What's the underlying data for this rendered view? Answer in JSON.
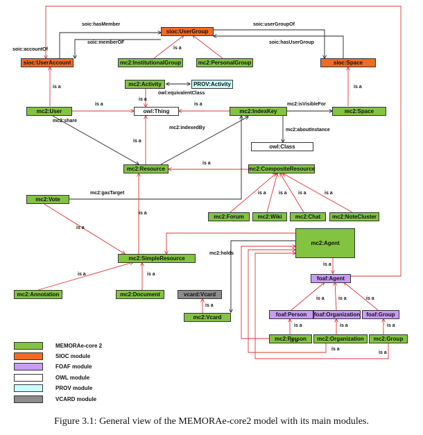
{
  "nodes": {
    "sioc_usergroup": "sioc:UserGroup",
    "sioc_useraccount": "sioc:UserAccount",
    "sioc_space": "sioc:Space",
    "mc2_institutionalgroup": "mc2:InstitutionalGroup",
    "mc2_personalgroup": "mc2:PersonalGroup",
    "mc2_activity": "mc2:Activity",
    "prov_activity": "PROV:Activity",
    "mc2_user": "mc2:User",
    "owl_thing": "owl:Thing",
    "mc2_indexkey": "mc2:IndexKey",
    "mc2_space": "mc2:Space",
    "owl_class": "owl:Class",
    "mc2_resource": "mc2:Resource",
    "mc2_compositeresource": "mc2:CompositeResource",
    "mc2_vote": "mc2:Vote",
    "mc2_forum": "mc2:Forum",
    "mc2_wiki": "mc2:Wiki",
    "mc2_chat": "mc2:Chat",
    "mc2_notecluster": "mc2:NoteCluster",
    "mc2_agent": "mc2:Agent",
    "mc2_simpleresource": "mc2:SimpleResource",
    "foaf_agent": "foaf:Agent",
    "mc2_annotation": "mc2:Annotation",
    "mc2_document": "mc2:Document",
    "vcard_vcard": "vcard:Vcard",
    "mc2_vcard": "mc2:Vcard",
    "foaf_person": "foaf:Person",
    "foaf_organization": "foaf:Organization",
    "foaf_group": "foaf:Group",
    "mc2_person": "mc2:Person",
    "mc2_organization": "mc2:Organization",
    "mc2_group": "mc2:Group"
  },
  "labels": {
    "soic_hasmember": "soic:hasMember",
    "soic_usergroupof": "soic:userGroupOf",
    "soic_accountof": "soic:accountOf",
    "soic_memberof": "soic:memberOF",
    "soic_hasusergroup": "soic:hasUserGroup",
    "isa": "is a",
    "owl_equivalentclass": "owl:equivalentClass",
    "mc2_isvisiblefor": "mc2:isVisibleFor",
    "mc2_share": "mc2:share",
    "mc2_indexedby": "mc2:indexedBy",
    "mc2_aboutinstance": "mc2:aboutInstance",
    "mc2_gastarget": "mc2:gasTarget",
    "mc2_holds": "mc2:holds"
  },
  "legend": [
    {
      "label": "MEMORAe-core 2",
      "color": "#82c341"
    },
    {
      "label": "SIOC module",
      "color": "#f26b21"
    },
    {
      "label": "FOAF module",
      "color": "#c79cf2"
    },
    {
      "label": "OWL module",
      "color": "#ffffff"
    },
    {
      "label": "PROV module",
      "color": "#ccffff"
    },
    {
      "label": "VCARD module",
      "color": "#8c8c8c"
    }
  ],
  "caption": "Figure 3.1: General view of the MEMORAe-core2 model with its main modules."
}
